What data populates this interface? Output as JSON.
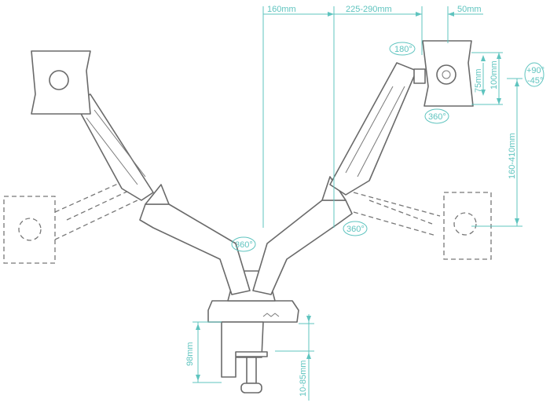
{
  "labels": {
    "reach_offset": "160mm",
    "arm_length": "225-290mm",
    "plate_offset": "50mm",
    "swivel_monitor": "180°",
    "vesa_small": "75mm",
    "vesa_large": "100mm",
    "tilt_up": "+90°",
    "tilt_down": "-45°",
    "rotate_monitor": "360°",
    "height_range": "160-410mm",
    "rotate_arm_left": "360°",
    "rotate_arm_right": "360°",
    "clamp_height": "98mm",
    "desk_thickness": "10-85mm"
  },
  "accent_color": "#5fc4bf"
}
